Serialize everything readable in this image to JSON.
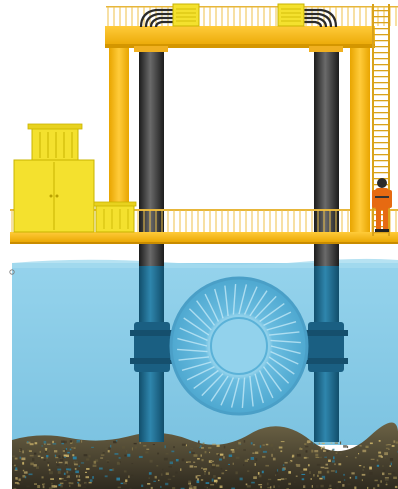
{
  "scene": {
    "labels": {},
    "colors": {
      "frame_yellow": "#F7B91E",
      "frame_dark": "#E4A100",
      "pile_dark": "#2B2B2B",
      "pile_light": "#6A6A6A",
      "water": "#8FD0EA",
      "water_deep": "#79C2E0",
      "pile_submerged": "#1E6E95",
      "rotor": "#5FB7DE",
      "rotor_blade": "#B9E3F4",
      "seabed": "#4A4332",
      "cabinet": "#F4E12E",
      "railing": "#F2C94C",
      "worker_suit": "#E66A12"
    },
    "components": [
      "top-gantry-frame",
      "support-piles",
      "walkway-deck",
      "handrail",
      "electrical-cabinets",
      "access-ladder",
      "cable-loops",
      "water-column",
      "tidal-turbine-rotor",
      "pile-clamps",
      "seabed",
      "worker-figure"
    ]
  }
}
